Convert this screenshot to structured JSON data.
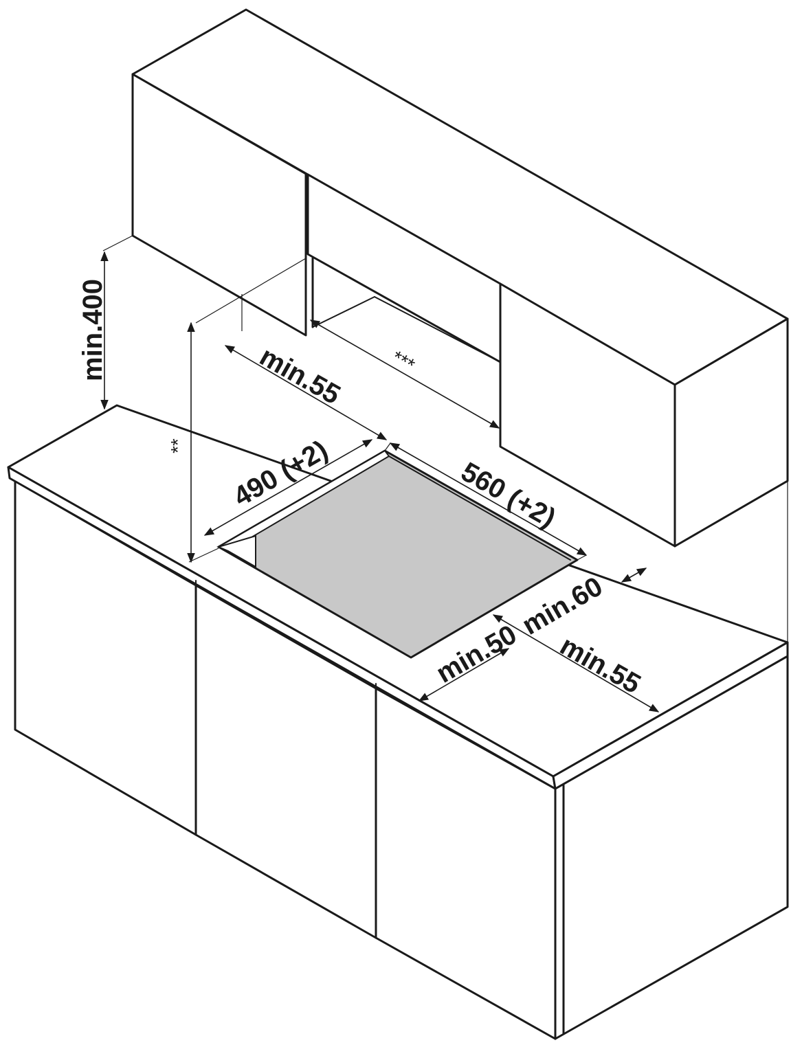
{
  "dimensions": {
    "wall_cabinet_clearance": "min.400",
    "back_clearance": "min.55",
    "wall_cabinet_note": "***",
    "side_height_note": "**",
    "cutout_depth": "490 (+2)",
    "cutout_width": "560 (+2)",
    "right_clearance": "min.60",
    "front_clearance": "min.50",
    "right_side_distance": "min.55"
  },
  "colors": {
    "line": "#1a1a1a",
    "cutout_fill": "#c8c8c8",
    "background": "#ffffff"
  }
}
